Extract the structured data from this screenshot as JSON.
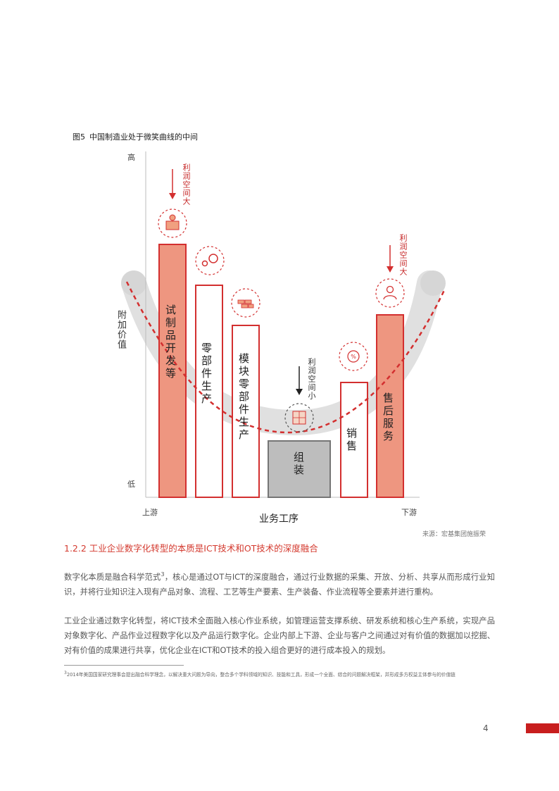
{
  "figure": {
    "caption_num": "图5",
    "caption_text": "中国制造业处于微笑曲线的中间",
    "y_axis_label": "附加价值",
    "y_high": "高",
    "y_low": "低",
    "x_axis_label": "业务工序",
    "x_left": "上游",
    "x_right": "下游",
    "profit_large": "利润空间大",
    "profit_small": "利润空间小",
    "bars": [
      {
        "label": "试制品开发等",
        "fill": "#ee9680",
        "stroke": "#d32f2f"
      },
      {
        "label": "零部件生产",
        "fill": "#ffffff",
        "stroke": "#d32f2f"
      },
      {
        "label": "模块零部件生产",
        "fill": "#ffffff",
        "stroke": "#d32f2f"
      },
      {
        "label": "组装",
        "fill": "#bdbdbd",
        "stroke": "#757575"
      },
      {
        "label": "销售",
        "fill": "#ffffff",
        "stroke": "#d32f2f"
      },
      {
        "label": "售后服务",
        "fill": "#ee9680",
        "stroke": "#d32f2f"
      }
    ],
    "icons": [
      "lightbulb-box-icon",
      "gears-icon",
      "bricks-icon",
      "puzzle-icon",
      "percent-icon",
      "person-icon"
    ],
    "source": "来源：宏基集团施振荣"
  },
  "section": {
    "heading": "1.2.2 工业企业数字化转型的本质是ICT技术和OT技术的深度融合"
  },
  "paragraphs": {
    "p1_before": "数字化本质是融合科学范式",
    "p1_sup": "3",
    "p1_after": "，核心是通过OT与ICT的深度融合，通过行业数据的采集、开放、分析、共享从而形成行业知识，并将行业知识注入现有产品对象、流程、工艺等生产要素、生产装备、作业流程等全要素并进行重构。",
    "p2": "工业企业通过数字化转型，将ICT技术全面融入核心作业系统，如管理运营支撑系统、研发系统和核心生产系统，实现产品对象数字化、产品作业过程数字化以及产品运行数字化。企业内部上下游、企业与客户之间通过对有价值的数据加以挖掘、对有价值的成果进行共享，优化企业在ICT和OT技术的投入组合更好的进行成本投入的规划。"
  },
  "footnote": {
    "num": "3",
    "text": "2014年美国国家研究理事会提出融合科学理念，以解决重大问题为导向，整合多个学科领域的知识、技能和工具，形成一个全面、综合的问题解决框架，并形成多方权益主体参与的价值链"
  },
  "page_number": "4",
  "colors": {
    "accent": "#d32f2f",
    "bar_fill": "#ee9680",
    "curve_gray": "#e0e0e0",
    "footer_bar": "#c81e1e"
  }
}
